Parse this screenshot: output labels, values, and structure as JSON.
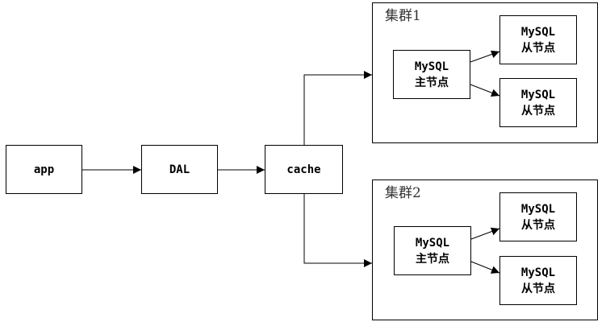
{
  "diagram": {
    "app": {
      "label": "app"
    },
    "dal": {
      "label": "DAL"
    },
    "cache": {
      "label": "cache"
    },
    "clusters": [
      {
        "label": "集群1",
        "master": {
          "line1": "MySQL",
          "line2": "主节点"
        },
        "slaves": [
          {
            "line1": "MySQL",
            "line2": "从节点"
          },
          {
            "line1": "MySQL",
            "line2": "从节点"
          }
        ]
      },
      {
        "label": "集群2",
        "master": {
          "line1": "MySQL",
          "line2": "主节点"
        },
        "slaves": [
          {
            "line1": "MySQL",
            "line2": "从节点"
          },
          {
            "line1": "MySQL",
            "line2": "从节点"
          }
        ]
      }
    ]
  }
}
